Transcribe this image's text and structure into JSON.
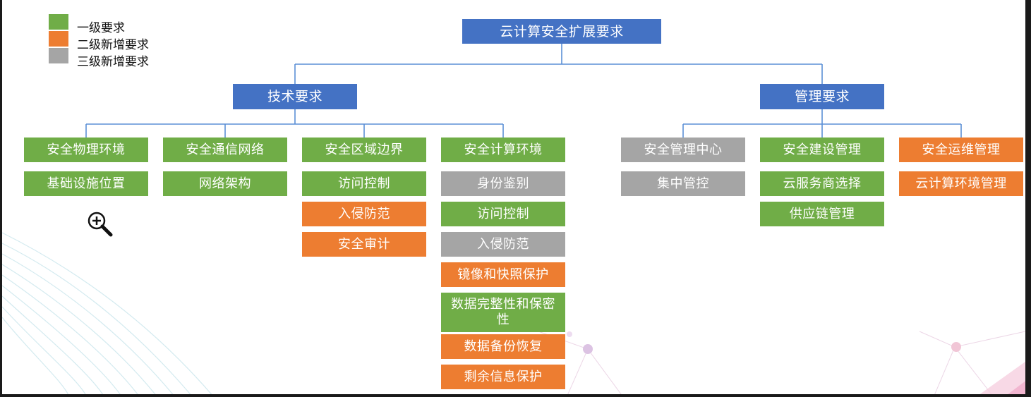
{
  "legend": {
    "items": [
      {
        "label": "一级要求",
        "color": "#70ad47"
      },
      {
        "label": "二级新增要求",
        "color": "#ed7d31"
      },
      {
        "label": "三级新增要求",
        "color": "#a5a5a5"
      }
    ]
  },
  "colors": {
    "blue": "#4472c4",
    "green": "#70ad47",
    "orange": "#ed7d31",
    "gray": "#a5a5a5",
    "connector": "#5b8fd6"
  },
  "icons": {
    "zoom": "zoom-in-cursor-icon"
  },
  "tree": {
    "root": {
      "label": "云计算安全扩展要求",
      "color": "blue"
    },
    "branches": [
      {
        "label": "技术要求",
        "color": "blue",
        "categories": [
          {
            "label": "安全物理环境",
            "color": "green",
            "items": [
              {
                "label": "基础设施位置",
                "color": "green"
              }
            ]
          },
          {
            "label": "安全通信网络",
            "color": "green",
            "items": [
              {
                "label": "网络架构",
                "color": "green"
              }
            ]
          },
          {
            "label": "安全区域边界",
            "color": "green",
            "items": [
              {
                "label": "访问控制",
                "color": "green"
              },
              {
                "label": "入侵防范",
                "color": "orange"
              },
              {
                "label": "安全审计",
                "color": "orange"
              }
            ]
          },
          {
            "label": "安全计算环境",
            "color": "green",
            "items": [
              {
                "label": "身份鉴别",
                "color": "gray"
              },
              {
                "label": "访问控制",
                "color": "green"
              },
              {
                "label": "入侵防范",
                "color": "gray"
              },
              {
                "label": "镜像和快照保护",
                "color": "orange"
              },
              {
                "label": "数据完整性和保密性",
                "color": "green"
              },
              {
                "label": "数据备份恢复",
                "color": "orange"
              },
              {
                "label": "剩余信息保护",
                "color": "orange"
              }
            ]
          }
        ]
      },
      {
        "label": "管理要求",
        "color": "blue",
        "categories": [
          {
            "label": "安全管理中心",
            "color": "gray",
            "items": [
              {
                "label": "集中管控",
                "color": "gray"
              }
            ]
          },
          {
            "label": "安全建设管理",
            "color": "green",
            "items": [
              {
                "label": "云服务商选择",
                "color": "green"
              },
              {
                "label": "供应链管理",
                "color": "green"
              }
            ]
          },
          {
            "label": "安全运维管理",
            "color": "orange",
            "items": [
              {
                "label": "云计算环境管理",
                "color": "orange"
              }
            ]
          }
        ]
      }
    ]
  }
}
